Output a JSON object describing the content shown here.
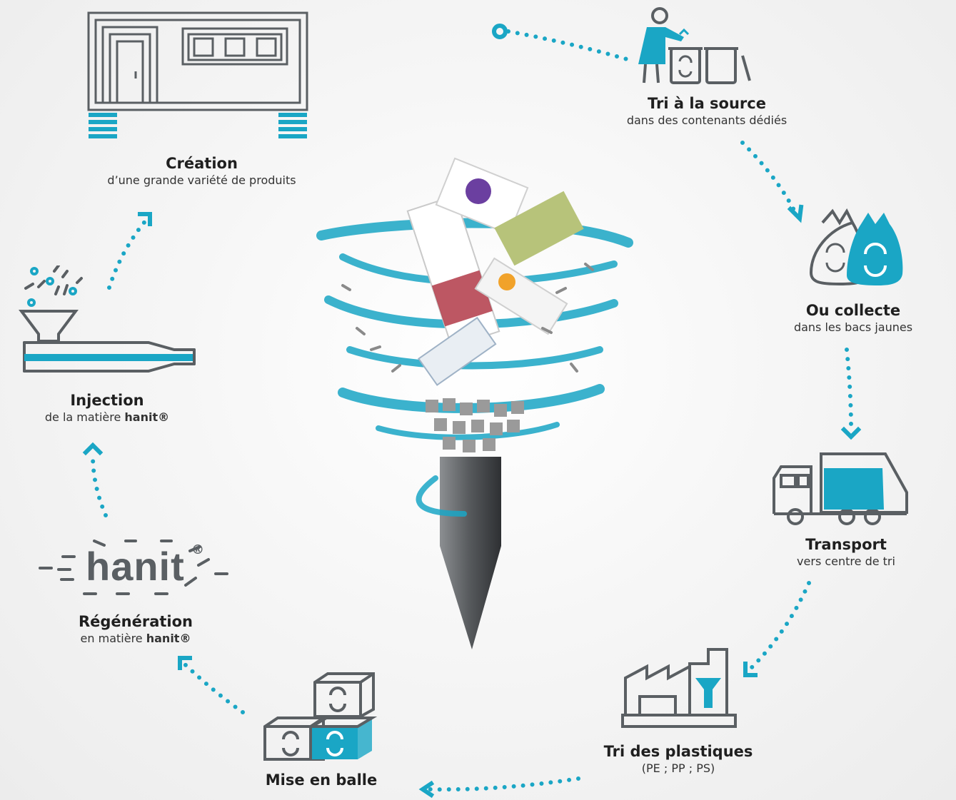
{
  "colors": {
    "accent": "#1aa6c5",
    "line": "#5a5f63",
    "dark": "#333333"
  },
  "steps": {
    "tri_source": {
      "title": "Tri à la source",
      "sub": "dans des contenants dédiés",
      "icon": "person-trash-bins-icon"
    },
    "collecte": {
      "title": "Ou collecte",
      "sub": "dans les bacs jaunes",
      "icon": "garbage-bags-icon"
    },
    "transport": {
      "title": "Transport",
      "sub": "vers centre de tri",
      "icon": "garbage-truck-icon"
    },
    "tri_plastiques": {
      "title": "Tri des plastiques",
      "sub": "(PE ; PP ; PS)",
      "icon": "sorting-factory-icon"
    },
    "mise_en_balle": {
      "title": "Mise en balle",
      "icon": "bales-icon"
    },
    "regeneration": {
      "title": "Régénération",
      "sub_prefix": "en matière",
      "brand": "hanit®",
      "icon": "hanit-logo-icon"
    },
    "injection": {
      "title": "Injection",
      "sub_prefix": "de la matière",
      "brand": "hanit®",
      "icon": "injection-machine-icon"
    },
    "creation": {
      "title": "Création",
      "sub": "d’une grande variété de produits",
      "icon": "garden-shed-icon"
    }
  },
  "logo": {
    "text": "hanit",
    "mark": "®"
  },
  "center_image": {
    "icon": "plastic-tornado-post-icon"
  }
}
